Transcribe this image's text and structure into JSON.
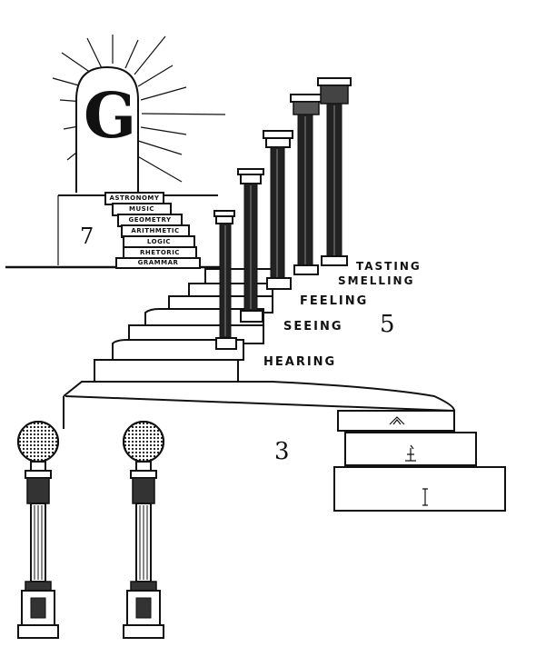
{
  "illustration": {
    "emblem_letter": "G",
    "upper_steps": [
      "ASTRONOMY",
      "MUSIC",
      "GEOMETRY",
      "ARITHMETIC",
      "LOGIC",
      "RHETORIC",
      "GRAMMAR"
    ],
    "senses": [
      "TASTING",
      "SMELLING",
      "FEELING",
      "SEEING",
      "HEARING"
    ],
    "numbers": {
      "seven": "7",
      "five": "5",
      "three": "3"
    }
  }
}
